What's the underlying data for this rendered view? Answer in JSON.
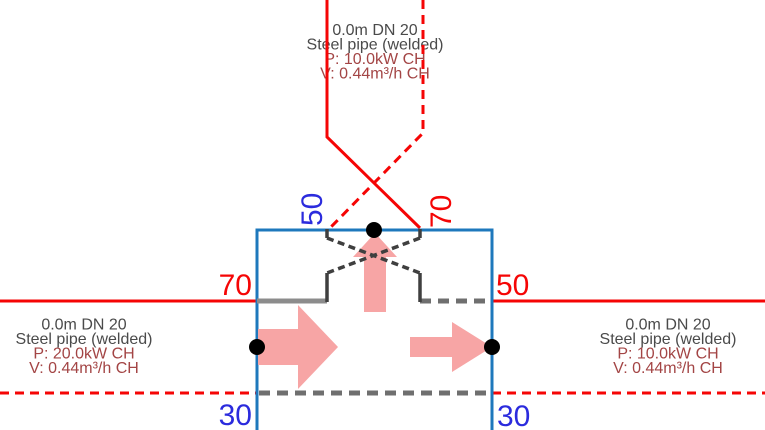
{
  "pipes": {
    "top": {
      "length_dn": "0.0m DN 20",
      "material": "Steel pipe (welded)",
      "power": "P: 10.0kW CH",
      "flow": "V: 0.44m³/h CH"
    },
    "left": {
      "length_dn": "0.0m DN 20",
      "material": "Steel pipe (welded)",
      "power": "P: 20.0kW CH",
      "flow": "V: 0.44m³/h CH"
    },
    "right": {
      "length_dn": "0.0m DN 20",
      "material": "Steel pipe (welded)",
      "power": "P: 10.0kW CH",
      "flow": "V: 0.44m³/h CH"
    }
  },
  "temperatures": {
    "riser_return_top": "50",
    "riser_supply_top": "70",
    "main_supply_left": "70",
    "main_return_right": "50",
    "bottom_left": "30",
    "bottom_right": "30"
  },
  "colors": {
    "supply_red": "#f50505",
    "box_blue": "#1e78bc",
    "label_blue": "#2b2bdd",
    "annotation_black": "#4a4a4a",
    "annotation_red": "#a34545",
    "arrow_pink": "#f7a5a5",
    "pipe_grey": "#8c8c8c",
    "pipe_grey_dashed": "#6f6f6f",
    "symbol_dark": "#3f3f3f",
    "node_black": "#000000"
  }
}
